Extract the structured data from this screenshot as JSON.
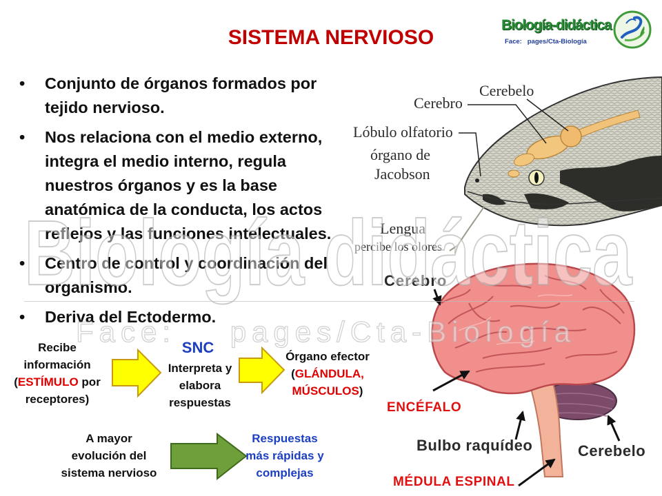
{
  "title": "SISTEMA NERVIOSO",
  "logo": {
    "brand": "Biología-didáctica",
    "facebook": "Face:   pages/Cta-Biología",
    "icon": "dna-swirl-logo-icon"
  },
  "bullet_glyph": "•",
  "bullets": [
    {
      "lines": [
        "Conjunto de órganos formados por",
        "tejido nervioso."
      ]
    },
    {
      "lines": [
        "Nos relaciona con el medio externo,",
        "integra el medio interno, regula",
        "nuestros órganos y es la base",
        "anatómica de la conducta, los actos",
        "reflejos y las funciones intelectuales."
      ]
    },
    {
      "lines": [
        "Centro de control y coordinación del",
        "organismo."
      ]
    },
    {
      "lines": [
        "Deriva del Ectodermo."
      ]
    }
  ],
  "watermark": {
    "main": "Biología didáctica",
    "sub": "Face:    pages/Cta-Biología"
  },
  "snake_diagram": {
    "labels": {
      "cerebelo": "Cerebelo",
      "cerebro": "Cerebro",
      "lobulo": "Lóbulo olfatorio",
      "organo_1": "órgano de",
      "organo_2": "Jacobson",
      "lengua": "Lengua",
      "lengua_note": "percibe los olores"
    }
  },
  "brain_diagram": {
    "labels": {
      "cerebro": "Cerebro",
      "encefalo": "ENCÉFALO",
      "bulbo": "Bulbo raquídeo",
      "cerebelo": "Cerebelo",
      "medula": "MÉDULA ESPINAL"
    }
  },
  "flow": {
    "input": {
      "line1": "Recibe",
      "line2": "información",
      "line3_open": "(",
      "line3_term": "ESTÍMULO",
      "line3_rest": " por",
      "line4": "receptores)"
    },
    "processor": {
      "heading": "SNC",
      "lines": [
        "Interpreta y",
        "elabora",
        "respuestas"
      ]
    },
    "output": {
      "line1": "Órgano efector",
      "line2_open": "(",
      "line2_term": "GLÁNDULA,",
      "line3_term": "MÚSCULOS",
      "line3_close": ")"
    },
    "evolution": {
      "lines": [
        "A mayor",
        "evolución del",
        "sistema nervioso"
      ]
    },
    "result": {
      "lines": [
        "Respuestas",
        "más rápidas y",
        "complejas"
      ]
    }
  },
  "colors": {
    "title_red": "#c00000",
    "term_red": "#e00000",
    "blue": "#1c3fc0",
    "brand_green": "#2a8a35",
    "arrow_yellow": "#ffff00",
    "arrow_green": "#6f9f3a",
    "brain_pink": "#f08f8c"
  }
}
